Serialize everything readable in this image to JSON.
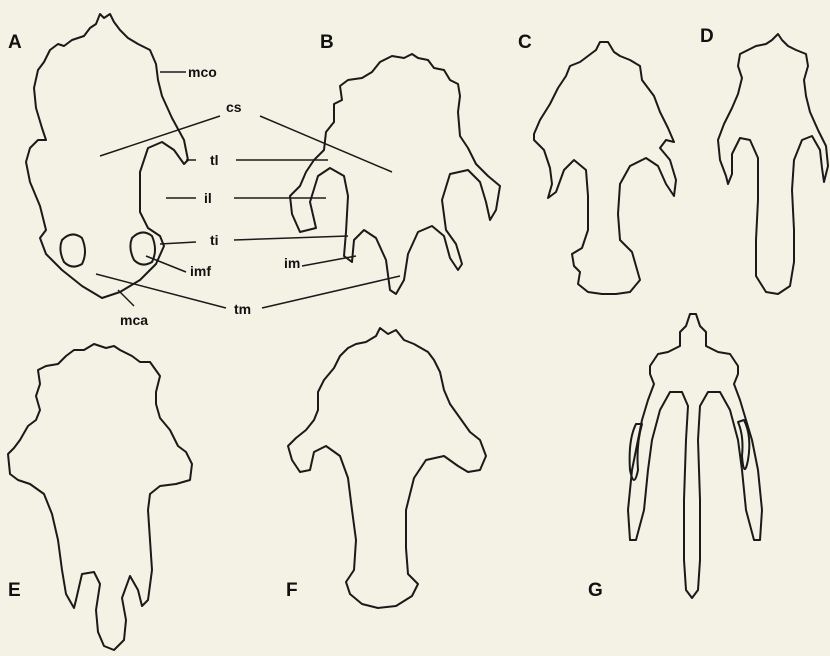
{
  "panels": {
    "A": "A",
    "B": "B",
    "C": "C",
    "D": "D",
    "E": "E",
    "F": "F",
    "G": "G"
  },
  "terms": {
    "mco": "mco",
    "cs": "cs",
    "tl": "tl",
    "il": "il",
    "ti": "ti",
    "imf": "imf",
    "im": "im",
    "tm": "tm",
    "mca": "mca"
  },
  "colors": {
    "background": "#f3f2e4",
    "ink": "#1a1a1a"
  }
}
